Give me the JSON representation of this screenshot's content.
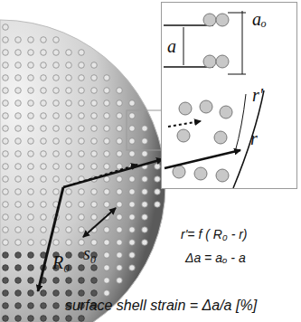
{
  "diagram": {
    "nodes": [
      {
        "text": [
          "a",
          "aₒ",
          "r'",
          "r"
        ]
      }
    ],
    "labels": [
      "R₀",
      "s₀",
      "r'= f ( R₀ - r)",
      "Δa = aₒ - a",
      "surface shell strain = Δa/a [%]"
    ]
  }
}
